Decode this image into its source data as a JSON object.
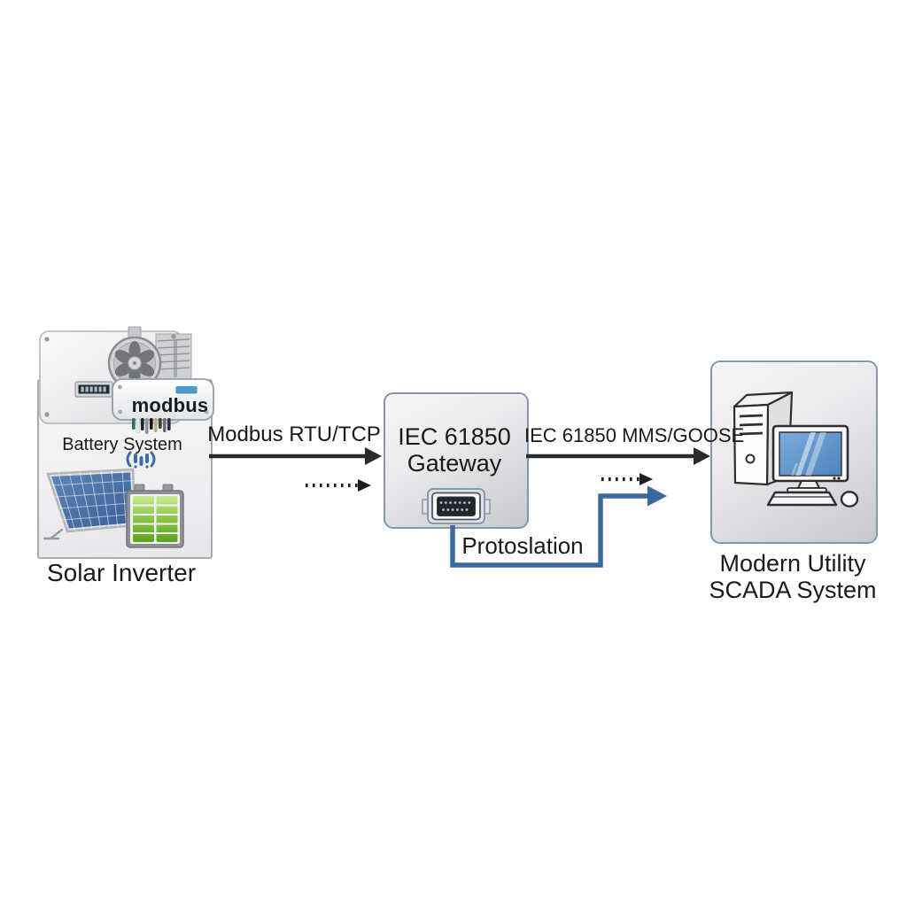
{
  "nodes": {
    "solar_inverter": {
      "caption": "Solar Inverter",
      "battery_system_label": "Battery System",
      "modbus_badge_label": "modbus"
    },
    "gateway": {
      "title_lines": [
        "IEC 61850",
        "Gateway"
      ]
    },
    "scada": {
      "caption_lines": [
        "Modern Utility",
        "SCADA System"
      ]
    }
  },
  "links": {
    "solar_to_gateway_label": "Modbus RTU/TCP",
    "gateway_to_scada_label": "IEC 61850 MMS/GOOSE",
    "translation_label": "Protoslation"
  },
  "icons": {
    "inverter_device": "inverter-device-icon",
    "fan": "fan-icon",
    "segment_display": "segment-display-icon",
    "wiring": "wiring-harness-icon",
    "battery_glyph": "battery-system-icon",
    "solar_panel": "solar-panel-icon",
    "battery": "battery-icon",
    "serial_connector": "serial-connector-icon",
    "desktop_computer": "desktop-computer-icon"
  },
  "colors": {
    "node_border": "#8496ab",
    "node_fill_light": "#f6f6f7",
    "node_fill_dark": "#c7c8cc",
    "arrow_black": "#2a2a2a",
    "arrow_blue": "#3a699b",
    "screen_blue": "#5b8fc7",
    "battery_green": "#7fbf3a",
    "panel_blue": "#496fa6",
    "modbus_indicator_blue": "#4a9ccc"
  }
}
